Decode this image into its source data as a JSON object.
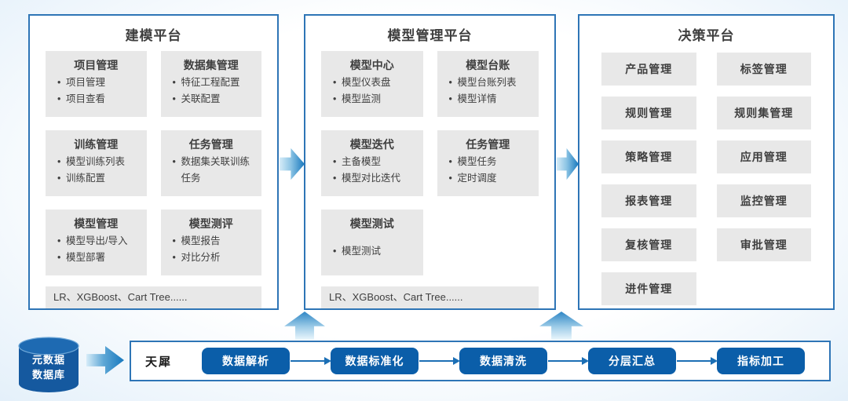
{
  "platforms": [
    {
      "title": "建模平台",
      "modules": [
        {
          "title": "项目管理",
          "items": [
            "项目管理",
            "项目查看"
          ]
        },
        {
          "title": "数据集管理",
          "items": [
            "特征工程配置",
            "关联配置"
          ]
        },
        {
          "title": "训练管理",
          "items": [
            "模型训练列表",
            "训练配置"
          ]
        },
        {
          "title": "任务管理",
          "items": [
            "数据集关联训练任务"
          ]
        },
        {
          "title": "模型管理",
          "items": [
            "模型导出/导入",
            "模型部署"
          ]
        },
        {
          "title": "模型测评",
          "items": [
            "模型报告",
            "对比分析"
          ]
        }
      ],
      "footer": "LR、XGBoost、Cart Tree......"
    },
    {
      "title": "模型管理平台",
      "modules": [
        {
          "title": "模型中心",
          "items": [
            "模型仪表盘",
            "模型监测"
          ]
        },
        {
          "title": "模型台账",
          "items": [
            "模型台账列表",
            "模型详情"
          ]
        },
        {
          "title": "模型迭代",
          "items": [
            "主备模型",
            "模型对比迭代"
          ]
        },
        {
          "title": "任务管理",
          "items": [
            "模型任务",
            "定时调度"
          ]
        },
        {
          "title": "模型测试",
          "items": [
            "模型测试"
          ]
        }
      ],
      "footer": "LR、XGBoost、Cart Tree......"
    },
    {
      "title": "决策平台",
      "boxes": [
        "产品管理",
        "标签管理",
        "规则管理",
        "规则集管理",
        "策略管理",
        "应用管理",
        "报表管理",
        "监控管理",
        "复核管理",
        "审批管理",
        "进件管理"
      ]
    }
  ],
  "bottom": {
    "database": {
      "line1": "元数据",
      "line2": "数据库"
    },
    "engine_label": "天犀",
    "pipeline": [
      "数据解析",
      "数据标准化",
      "数据清洗",
      "分层汇总",
      "指标加工"
    ]
  },
  "colors": {
    "panel_border": "#2E75B6",
    "module_bg": "#E8E8E8",
    "pill_bg": "#0B5EA9",
    "cylinder_body": "#15599F",
    "arrow_dark": "#1778BE",
    "arrow_light": "#D6ECF8",
    "text_dark": "#3F3F3F"
  }
}
